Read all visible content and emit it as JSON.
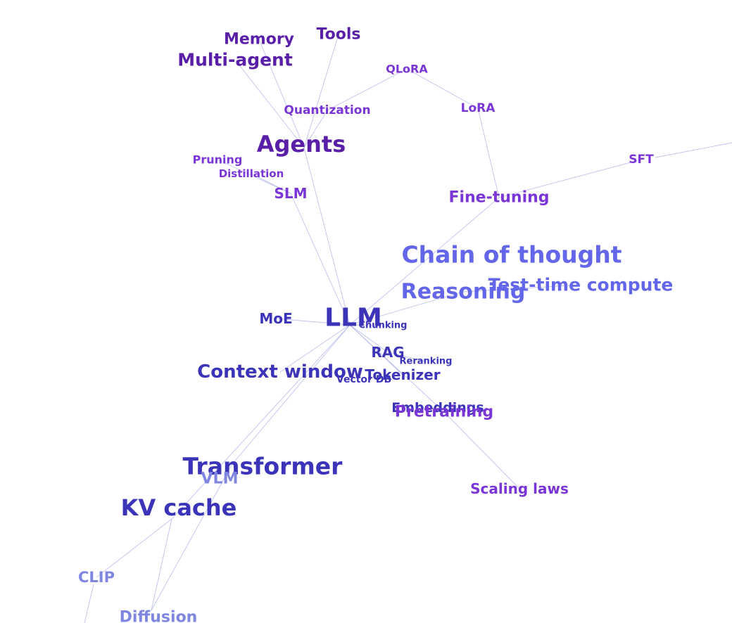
{
  "colors": {
    "edge": "#a9aee6",
    "purple": "#5a1fa8",
    "violet": "#7a35d6",
    "indigo": "#3b34b9",
    "periwinkle": "#6366e8",
    "lavender": "#7f86e0"
  },
  "nodes": [
    {
      "id": "llm",
      "label": "LLM",
      "color": "indigo"
    },
    {
      "id": "agents",
      "label": "Agents",
      "color": "purple"
    },
    {
      "id": "memory",
      "label": "Memory",
      "color": "purple"
    },
    {
      "id": "tools",
      "label": "Tools",
      "color": "purple"
    },
    {
      "id": "multi-agent",
      "label": "Multi-agent",
      "color": "purple"
    },
    {
      "id": "qlora",
      "label": "QLoRA",
      "color": "violet"
    },
    {
      "id": "quantization",
      "label": "Quantization",
      "color": "violet"
    },
    {
      "id": "lora",
      "label": "LoRA",
      "color": "violet"
    },
    {
      "id": "sft",
      "label": "SFT",
      "color": "violet"
    },
    {
      "id": "pruning",
      "label": "Pruning",
      "color": "violet"
    },
    {
      "id": "distillation",
      "label": "Distillation",
      "color": "violet"
    },
    {
      "id": "slm",
      "label": "SLM",
      "color": "violet"
    },
    {
      "id": "fine-tuning",
      "label": "Fine-tuning",
      "color": "violet"
    },
    {
      "id": "chain-of-thought",
      "label": "Chain of thought",
      "color": "periwinkle"
    },
    {
      "id": "reasoning",
      "label": "Reasoning",
      "color": "periwinkle"
    },
    {
      "id": "test-time-compute",
      "label": "Test-time compute",
      "color": "periwinkle"
    },
    {
      "id": "moe",
      "label": "MoE",
      "color": "indigo"
    },
    {
      "id": "chunking",
      "label": "Chunking",
      "color": "indigo"
    },
    {
      "id": "rag",
      "label": "RAG",
      "color": "indigo"
    },
    {
      "id": "reranking",
      "label": "Reranking",
      "color": "indigo"
    },
    {
      "id": "context-window",
      "label": "Context window",
      "color": "indigo"
    },
    {
      "id": "tokenizer",
      "label": "Tokenizer",
      "color": "indigo"
    },
    {
      "id": "vector-db",
      "label": "Vector DB",
      "color": "indigo"
    },
    {
      "id": "embeddings",
      "label": "Embeddings",
      "color": "indigo"
    },
    {
      "id": "pretraining",
      "label": "Pretraining",
      "color": "violet"
    },
    {
      "id": "transformer",
      "label": "Transformer",
      "color": "indigo"
    },
    {
      "id": "vlm",
      "label": "VLM",
      "color": "lavender"
    },
    {
      "id": "kv-cache",
      "label": "KV cache",
      "color": "indigo"
    },
    {
      "id": "scaling-laws",
      "label": "Scaling laws",
      "color": "violet"
    },
    {
      "id": "clip",
      "label": "CLIP",
      "color": "lavender"
    },
    {
      "id": "diffusion",
      "label": "Diffusion",
      "color": "lavender"
    }
  ],
  "edges": [
    [
      "agents",
      "memory"
    ],
    [
      "agents",
      "tools"
    ],
    [
      "agents",
      "multi-agent"
    ],
    [
      "agents",
      "quantization"
    ],
    [
      "agents",
      "llm"
    ],
    [
      "quantization",
      "qlora"
    ],
    [
      "qlora",
      "lora"
    ],
    [
      "lora",
      "fine-tuning"
    ],
    [
      "fine-tuning",
      "sft"
    ],
    [
      "fine-tuning",
      "llm"
    ],
    [
      "pruning",
      "slm"
    ],
    [
      "distillation",
      "slm"
    ],
    [
      "slm",
      "llm"
    ],
    [
      "llm",
      "reasoning"
    ],
    [
      "reasoning",
      "test-time-compute"
    ],
    [
      "llm",
      "moe"
    ],
    [
      "llm",
      "chunking"
    ],
    [
      "llm",
      "rag"
    ],
    [
      "rag",
      "reranking"
    ],
    [
      "llm",
      "tokenizer"
    ],
    [
      "llm",
      "pretraining"
    ],
    [
      "pretraining",
      "scaling-laws"
    ],
    [
      "llm",
      "transformer"
    ],
    [
      "llm",
      "kv-cache"
    ],
    [
      "llm",
      "context-window"
    ],
    [
      "kv-cache",
      "clip"
    ],
    [
      "transformer",
      "diffusion"
    ],
    [
      "kv-cache",
      "diffusion"
    ]
  ]
}
